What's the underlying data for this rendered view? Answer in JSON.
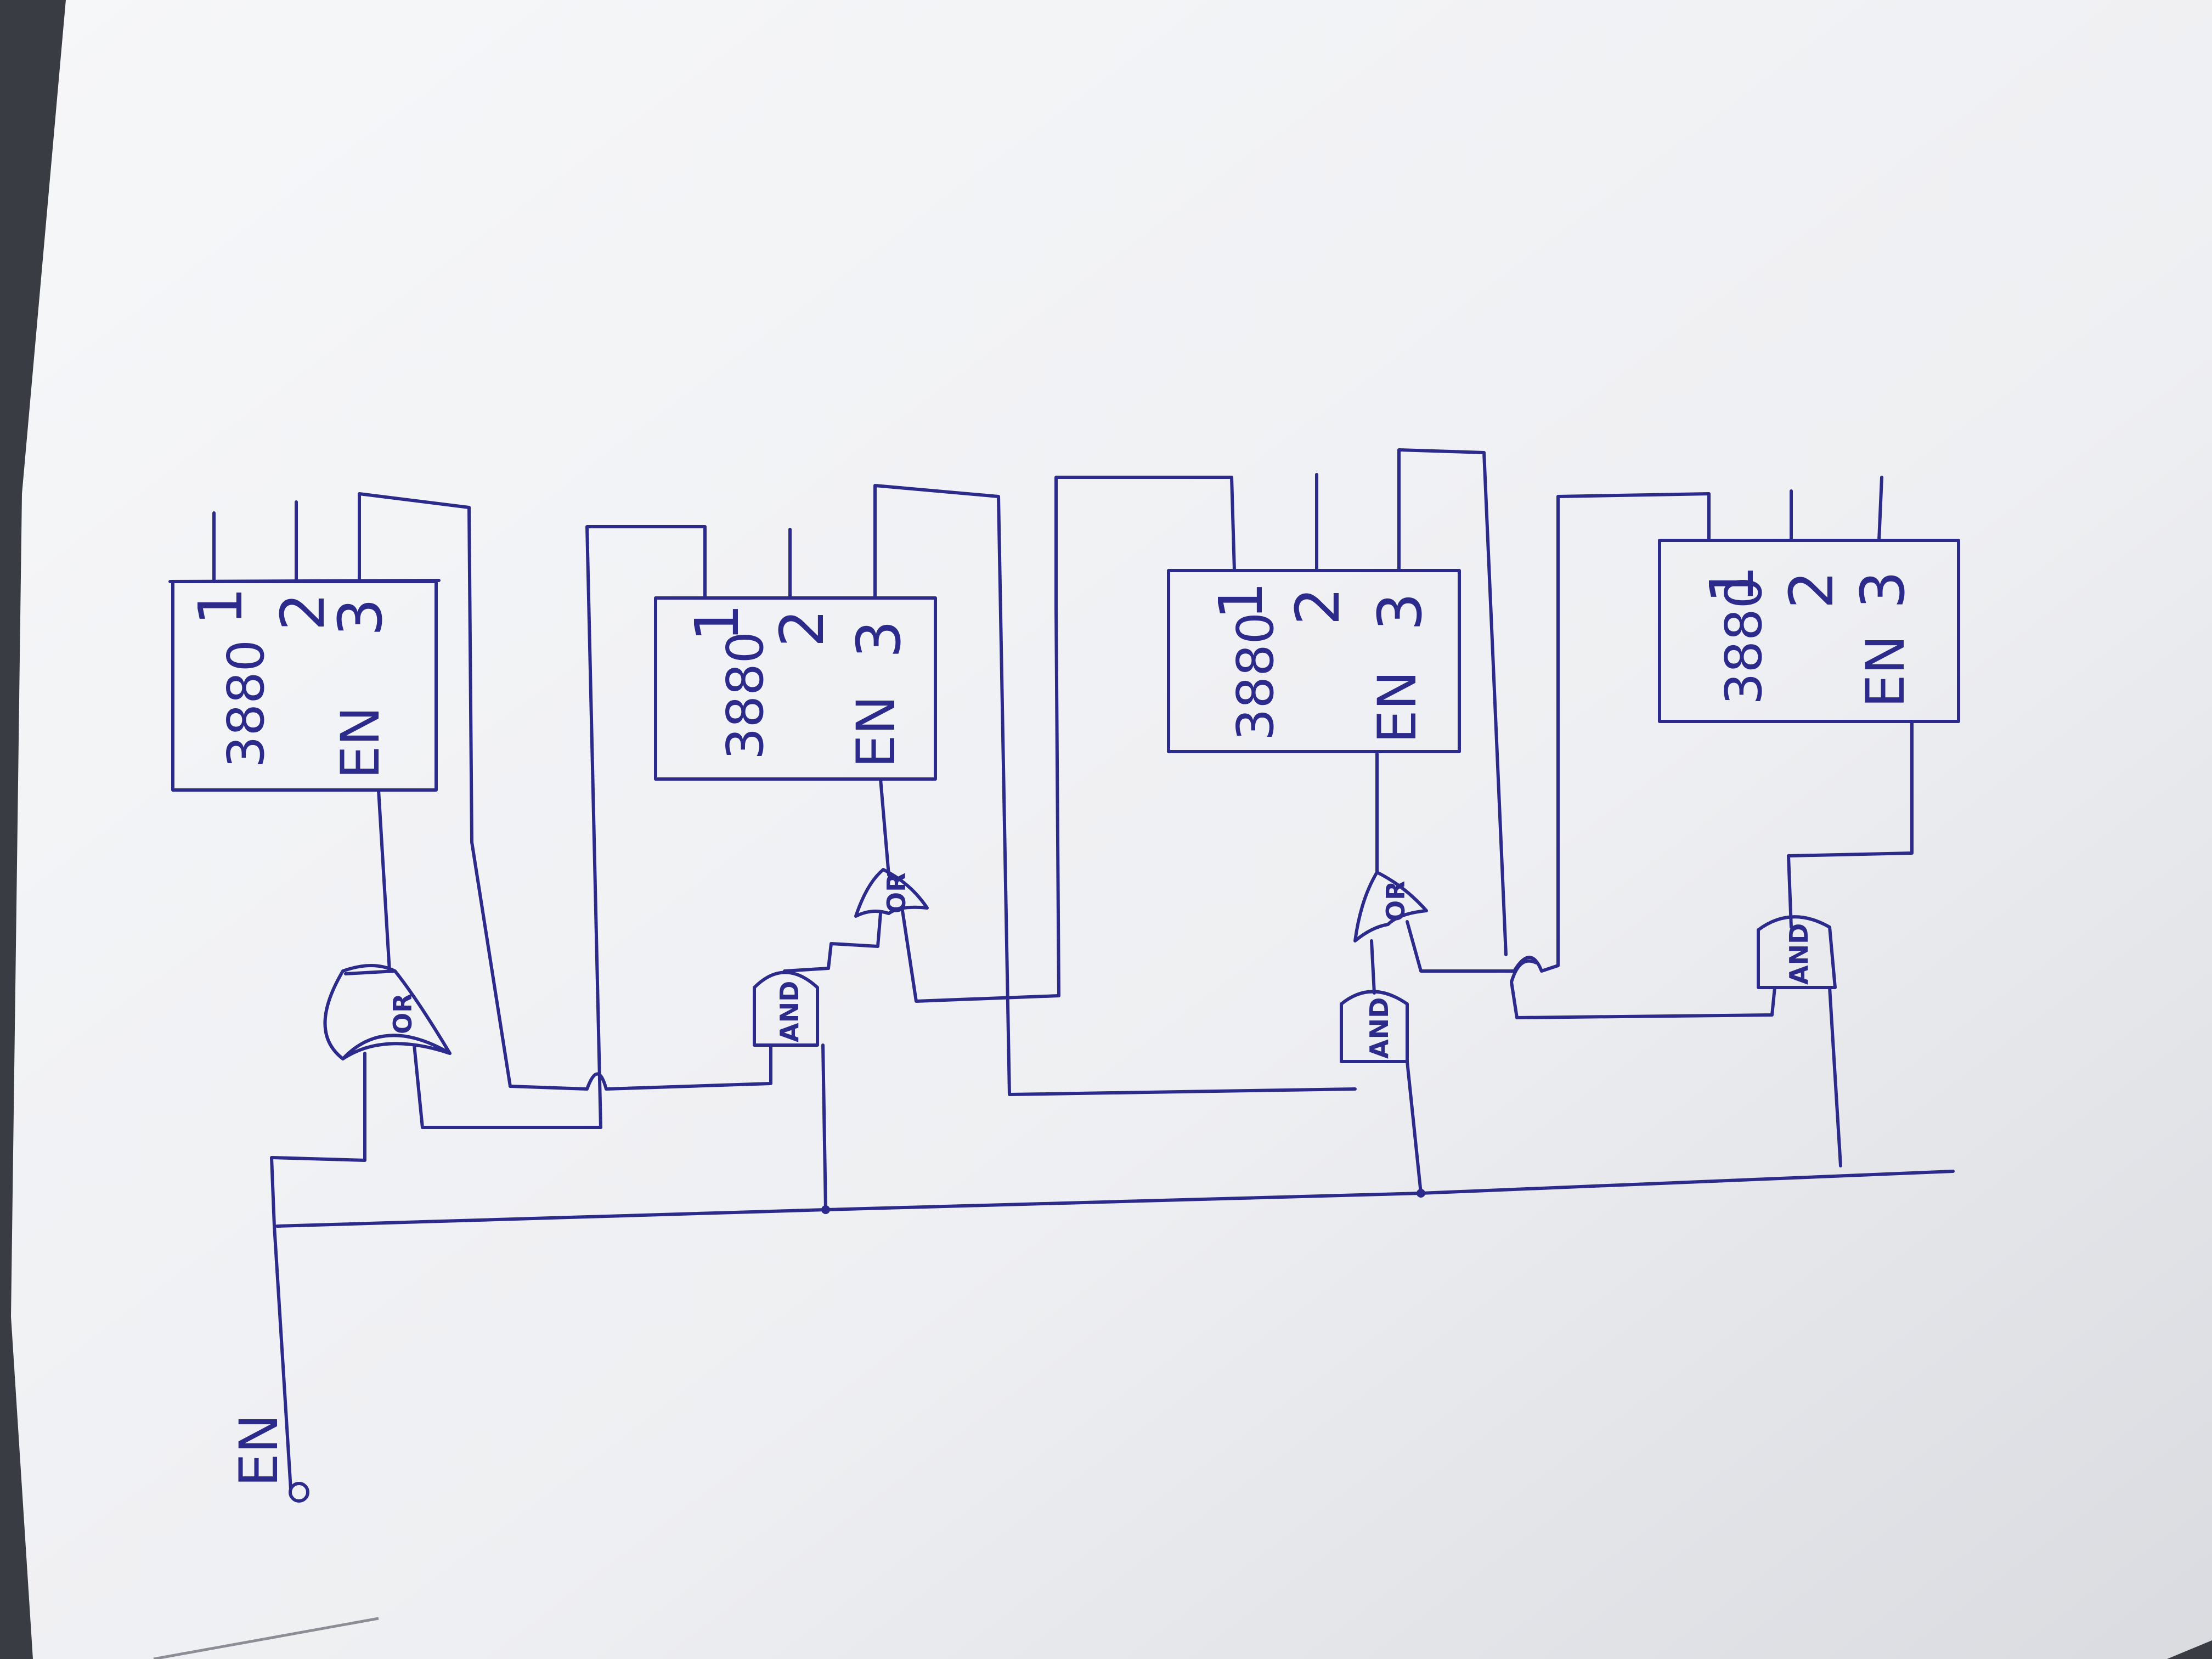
{
  "chips": [
    {
      "name": "3880",
      "pin1": "1",
      "pin2": "2",
      "pin3": "3",
      "en": "EN"
    },
    {
      "name": "3880",
      "pin1": "1",
      "pin2": "2",
      "pin3": "3",
      "en": "EN"
    },
    {
      "name": "3880",
      "pin1": "1",
      "pin2": "2",
      "pin3": "3",
      "en": "EN"
    },
    {
      "name": "3880",
      "pin1": "1",
      "pin2": "2",
      "pin3": "3",
      "en": "EN"
    }
  ],
  "gates": {
    "or1": "OR",
    "and2": "AND",
    "or2": "OR",
    "and3": "AND",
    "or3": "OR",
    "and4": "AND"
  },
  "input": {
    "label": "EN"
  },
  "colors": {
    "ink": "#2c2a8a",
    "paper": "#f3f4f6",
    "background": "#e9eaec"
  }
}
